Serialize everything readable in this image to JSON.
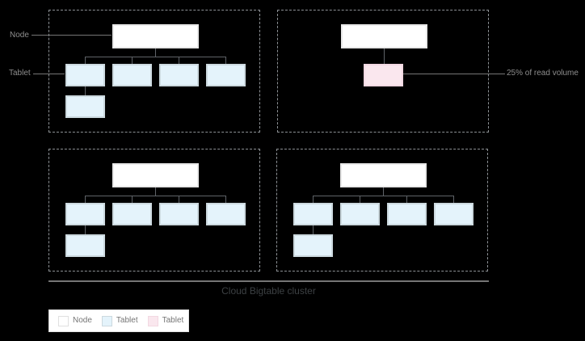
{
  "diagram": {
    "title": "Cloud Bigtable cluster",
    "annotations": {
      "node": "Node",
      "tablet": "Tablet",
      "hot_tablet": "25% of read volume"
    },
    "quadrants": [
      {
        "name": "node-group-1",
        "node_boxes": 1,
        "tablet_boxes": 5,
        "hot_tablet_boxes": 0
      },
      {
        "name": "node-group-2",
        "node_boxes": 1,
        "tablet_boxes": 0,
        "hot_tablet_boxes": 1
      },
      {
        "name": "node-group-3",
        "node_boxes": 1,
        "tablet_boxes": 5,
        "hot_tablet_boxes": 0
      },
      {
        "name": "node-group-4",
        "node_boxes": 1,
        "tablet_boxes": 5,
        "hot_tablet_boxes": 0
      }
    ]
  },
  "legend": {
    "items": [
      {
        "label": "Node",
        "swatch_color": "#ffffff",
        "swatch_border": "#e0e0e0"
      },
      {
        "label": "Tablet",
        "swatch_color": "#e4f3fb",
        "swatch_border": "#ccd9df"
      },
      {
        "label": "Tablet",
        "swatch_color": "#fae7ee",
        "swatch_border": "#f2d8e2"
      }
    ]
  },
  "colors": {
    "background": "#000000",
    "node_fill": "#ffffff",
    "node_border": "#e9e9e9",
    "tablet_fill": "#e4f3fb",
    "tablet_border": "#ccd9df",
    "hot_tablet_fill": "#fae7ee",
    "hot_tablet_border": "#f2d8e2",
    "connector_line": "#5f6368",
    "leader_line": "#757575",
    "dashed_border": "#8c9094",
    "annotation_text": "#8e8e8e",
    "title_text": "#3c4043",
    "legend_text": "#757575"
  }
}
